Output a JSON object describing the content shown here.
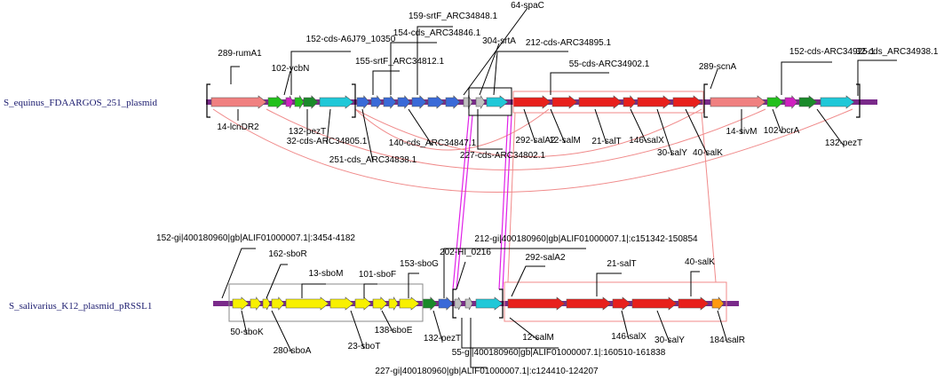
{
  "colors": {
    "backbone": "#7a2a8a",
    "light_red": "#f08080",
    "red": "#e8201c",
    "green": "#22c01c",
    "magenta": "#d020c0",
    "cyan": "#20c8d8",
    "blue": "#3a6ad8",
    "gray": "#c0c0c0",
    "yellow": "#f8f000",
    "dark_green": "#1a8a2a",
    "orange": "#ff9a10",
    "link_red": "#f08a8a",
    "link_magenta": "#e020e8"
  },
  "tracks": [
    {
      "id": "top",
      "name": "S_equinus_FDAARGOS_251_plasmid"
    },
    {
      "id": "bottom",
      "name": "S_salivarius_K12_plasmid_pRSSL1"
    }
  ],
  "labels": {
    "top": [
      "289-rumA1",
      "102-ycbN",
      "152-cds-A6J79_10350",
      "155-srtF_ARC34812.1",
      "154-cds_ARC34846.1",
      "159-srtF_ARC34848.1",
      "64-spaC",
      "304-srtA",
      "212-cds-ARC34895.1",
      "55-cds-ARC34902.1",
      "289-scnA",
      "152-cds-ARC34925.1",
      "32-cds_ARC34938.1",
      "14-lcnDR2",
      "132-pezT",
      "32-cds-ARC34805.1",
      "251-cds_ARC34838.1",
      "140-cds_ARC34847.1",
      "227-cds-ARC34802.1",
      "292-salA2",
      "12-salM",
      "21-salT",
      "146-salX",
      "30-salY",
      "40-salK",
      "14-sivM",
      "102-bcrA",
      "132-pezT"
    ],
    "bottom": [
      "152-gi|400180960|gb|ALIF01000007.1|:3454-4182",
      "162-sboR",
      "13-sboM",
      "101-sboF",
      "153-sboG",
      "212-gi|400180960|gb|ALIF01000007.1|:c151342-150854",
      "202-HI_0216",
      "292-salA2",
      "21-salT",
      "40-salK",
      "50-sboK",
      "280-sboA",
      "23-sboT",
      "138-sboE",
      "132-pezT",
      "55-gi|400180960|gb|ALIF01000007.1|:160510-161838",
      "12-salM",
      "146-salX",
      "30-salY",
      "184-salR",
      "227-gi|400180960|gb|ALIF01000007.1|:c124410-124207"
    ]
  }
}
